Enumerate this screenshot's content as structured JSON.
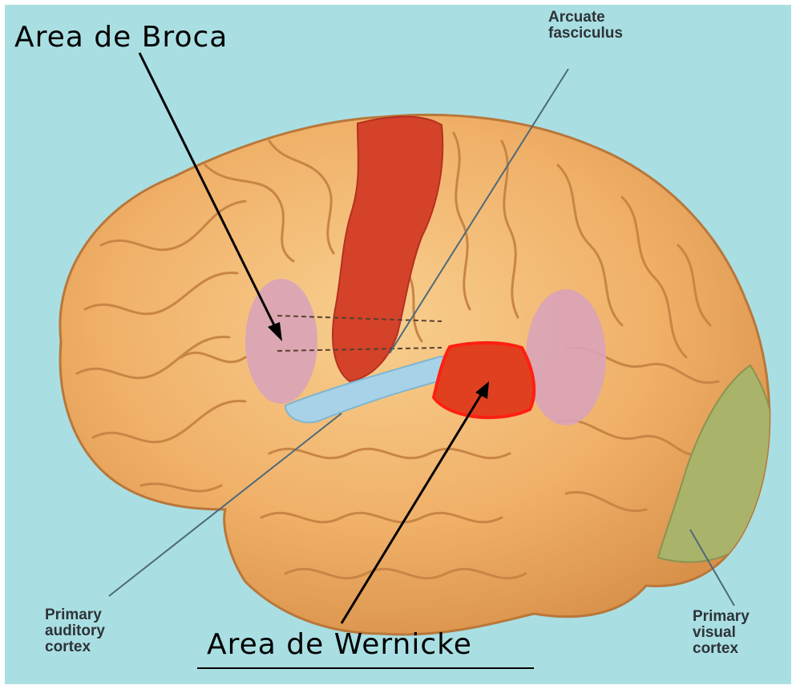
{
  "labels": {
    "broca": "Area de Broca",
    "wernicke": "Area de Wernicke",
    "arcuate": "Arcuate\nfasciculus",
    "auditory": "Primary\nauditory\ncortex",
    "visual": "Primary\nvisual\ncortex"
  },
  "colors": {
    "background": "#a9dfe3",
    "brain": "#f0b068",
    "motor_cortex": "#d4422a",
    "broca_region": "#d9a3b8",
    "wernicke_region": "#e04020",
    "visual_cortex": "#a9b46a",
    "sylvian_fissure": "#a8d2e8"
  }
}
